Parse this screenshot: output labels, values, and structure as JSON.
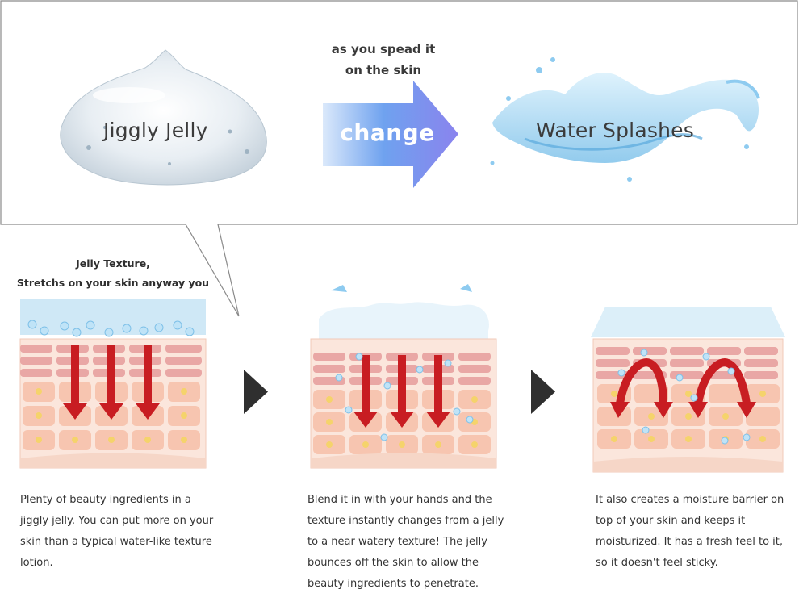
{
  "top_panel": {
    "jelly_label": "Jiggly Jelly",
    "spread_line1": "as you spead it",
    "spread_line2": "on the skin",
    "change_label": "change",
    "splash_label": "Water Splashes"
  },
  "texture_caption": {
    "line1": "Jelly Texture,",
    "line2": "Stretchs on your skin anyway you want."
  },
  "steps": [
    {
      "desc": "Plenty of beauty ingredients in a jiggly jelly. You can put more on your skin than a typical water-like texture lotion."
    },
    {
      "desc": "Blend it in with your hands and the texture instantly changes from a jelly to a near watery texture! The jelly bounces off the skin to allow the beauty ingredients to penetrate."
    },
    {
      "desc": "It also creates a moisture barrier on top of your skin and keeps it moisturized. It has a fresh feel to it, so it doesn't feel sticky."
    }
  ],
  "colors": {
    "arrow_start": "#dbe9fb",
    "arrow_mid": "#6fa2ef",
    "arrow_end": "#8a83ee",
    "skin_top": "#e9a7a5",
    "cell": "#f7c5b0",
    "red_arrow": "#c81d22",
    "water": "#8ecbf0"
  }
}
